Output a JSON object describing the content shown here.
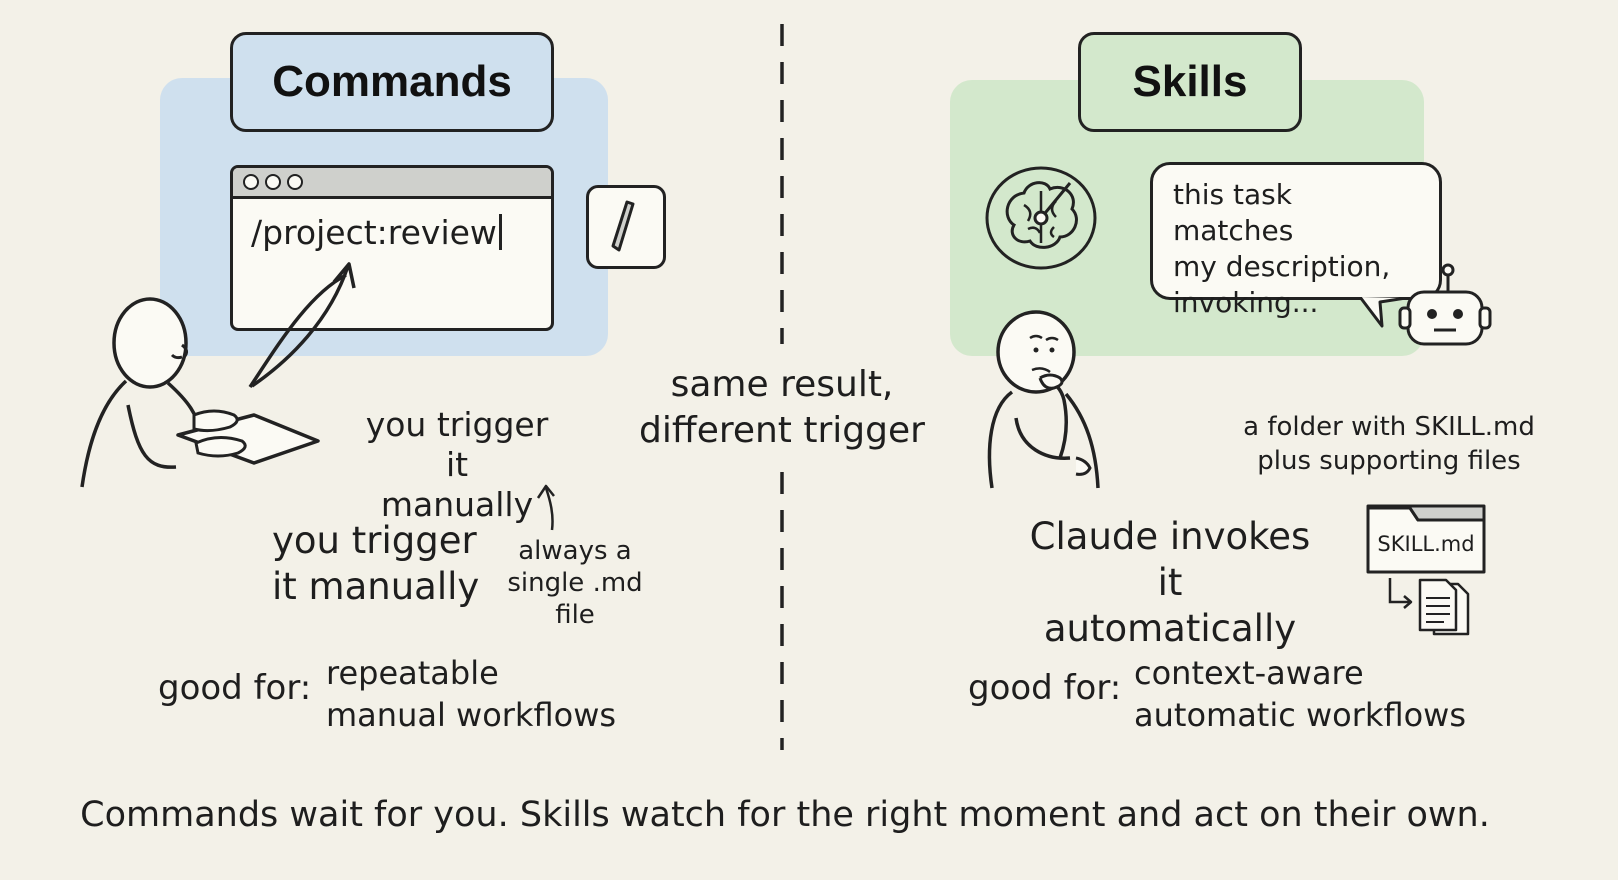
{
  "left": {
    "title": "Commands",
    "command_text": "/project:review",
    "trigger_label": "you trigger it\nmanually",
    "trigger_label_bold": "you trigger\nit manually",
    "file_note": "always a\nsingle .md file",
    "good_for_label": "good for:",
    "good_for_value": "repeatable\nmanual workflows"
  },
  "center": {
    "label": "same result,\ndifferent trigger"
  },
  "right": {
    "title": "Skills",
    "bubble_text": "this task matches\nmy description,\ninvoking...",
    "folder_note": "a folder with SKILL.md\nplus supporting files",
    "folder_label": "SKILL.md",
    "invoke_label": "Claude invokes it\nautomatically",
    "good_for_label": "good for:",
    "good_for_value": "context-aware\nautomatic workflows"
  },
  "footer": "Commands wait for you. Skills watch for the right moment and act on their own.",
  "colors": {
    "background": "#f3f1e8",
    "commands_panel": "#cfe0ee",
    "skills_panel": "#d3e8cc",
    "ink": "#1e1e1e"
  },
  "icons": [
    "terminal-window-icon",
    "slash-key-icon",
    "typing-person-icon",
    "brain-icon",
    "robot-icon",
    "thinking-person-icon",
    "folder-icon",
    "document-icon"
  ]
}
